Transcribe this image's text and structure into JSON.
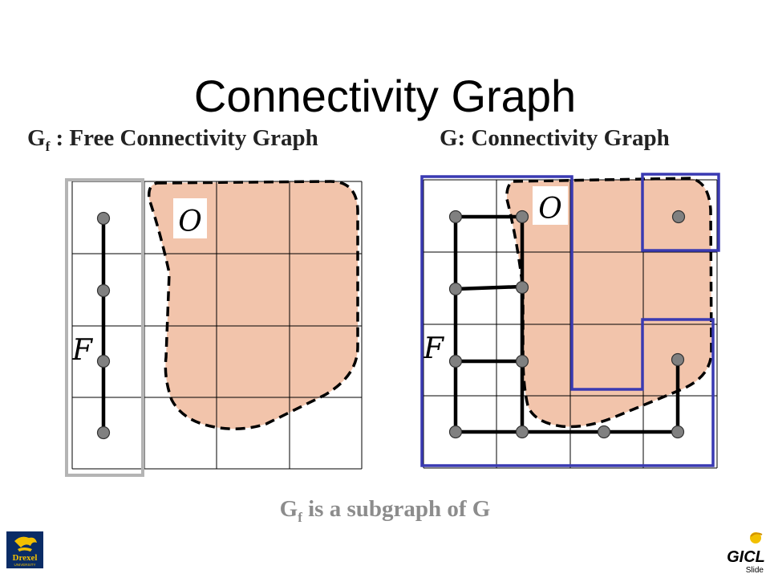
{
  "title": "Connectivity Graph",
  "left_panel": {
    "heading_symbol": "G",
    "heading_sub": "f",
    "heading_text": " : Free Connectivity Graph",
    "obstacle_label": "O",
    "free_label": "F"
  },
  "right_panel": {
    "heading_text": "G:  Connectivity Graph",
    "obstacle_label": "O",
    "free_label": "F"
  },
  "caption": {
    "symbol": "G",
    "sub": "f",
    "text": " is a subgraph of G"
  },
  "footer": {
    "left_logo_text": "Drexel",
    "left_logo_subtext": "UNIVERSITY",
    "right_logo_text": "GICL",
    "slide_label": "Slide"
  },
  "colors": {
    "obstacle_fill": "#f2c4ab",
    "highlight_gray": "#b4b4b4",
    "highlight_blue": "#3a3ab2",
    "node_fill": "#808080",
    "drexel_blue": "#0a2c66",
    "drexel_gold": "#f2c000"
  }
}
